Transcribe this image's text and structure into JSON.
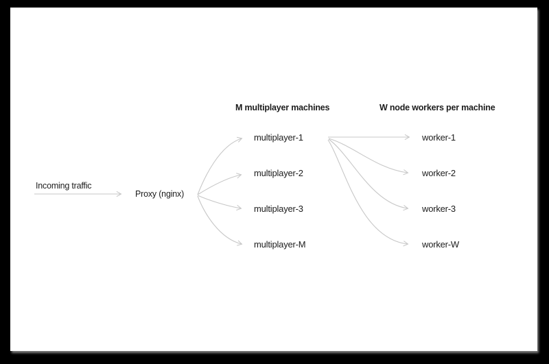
{
  "colors": {
    "arrow": "#c7c7c7",
    "text": "#1c1c1c",
    "card_bg": "#ffffff",
    "page_bg": "#000000"
  },
  "diagram": {
    "source": {
      "label": "Incoming traffic"
    },
    "proxy": {
      "label": "Proxy (nginx)"
    },
    "columns": [
      {
        "header": "M multiplayer machines",
        "nodes": [
          "multiplayer-1",
          "multiplayer-2",
          "multiplayer-3",
          "multiplayer-M"
        ]
      },
      {
        "header": "W node workers per machine",
        "nodes": [
          "worker-1",
          "worker-2",
          "worker-3",
          "worker-W"
        ]
      }
    ]
  }
}
